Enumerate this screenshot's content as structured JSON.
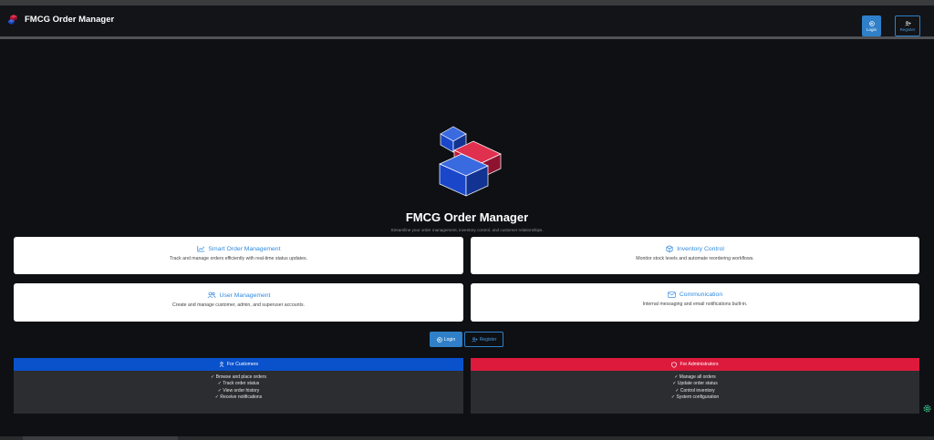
{
  "navbar": {
    "brand": "FMCG Order Manager",
    "login_label": "Login",
    "register_label": "Register"
  },
  "hero": {
    "title": "FMCG Order Manager",
    "subtitle": "Streamline your order management, inventory control, and customer relationships."
  },
  "features": [
    {
      "title": "Smart Order Management",
      "desc": "Track and manage orders efficiently with real-time status updates.",
      "icon": "chart-line-icon"
    },
    {
      "title": "Inventory Control",
      "desc": "Monitor stock levels and automate reordering workflows.",
      "icon": "box-icon"
    },
    {
      "title": "User Management",
      "desc": "Create and manage customer, admin, and superuser accounts.",
      "icon": "users-icon"
    },
    {
      "title": "Communication",
      "desc": "Internal messaging and email notifications built-in.",
      "icon": "envelope-icon"
    }
  ],
  "cta": {
    "login_label": "Login",
    "register_label": "Register"
  },
  "panels": {
    "customers": {
      "title": "For Customers",
      "color": "#0a52cc",
      "items": [
        "Browse and place orders",
        "Track order status",
        "View order history",
        "Receive notifications"
      ]
    },
    "admins": {
      "title": "For Administrators",
      "color": "#dd1a3c",
      "items": [
        "Manage all orders",
        "Update order status",
        "Control inventory",
        "System configuration"
      ]
    }
  },
  "colors": {
    "accent": "#2f80c8",
    "background": "#0e1014",
    "logo_blue": "#1a47c9",
    "logo_red": "#d6183a"
  }
}
